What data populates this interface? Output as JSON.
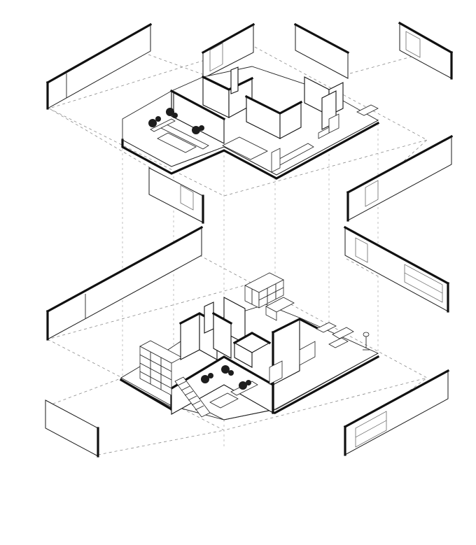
{
  "figure": {
    "kind": "exploded axonometric floor plan",
    "levels": [
      "upper-floor",
      "lower-floor"
    ],
    "colors": {
      "line": "#111111",
      "background": "#ffffff",
      "guide": "#8a8a8a"
    }
  }
}
